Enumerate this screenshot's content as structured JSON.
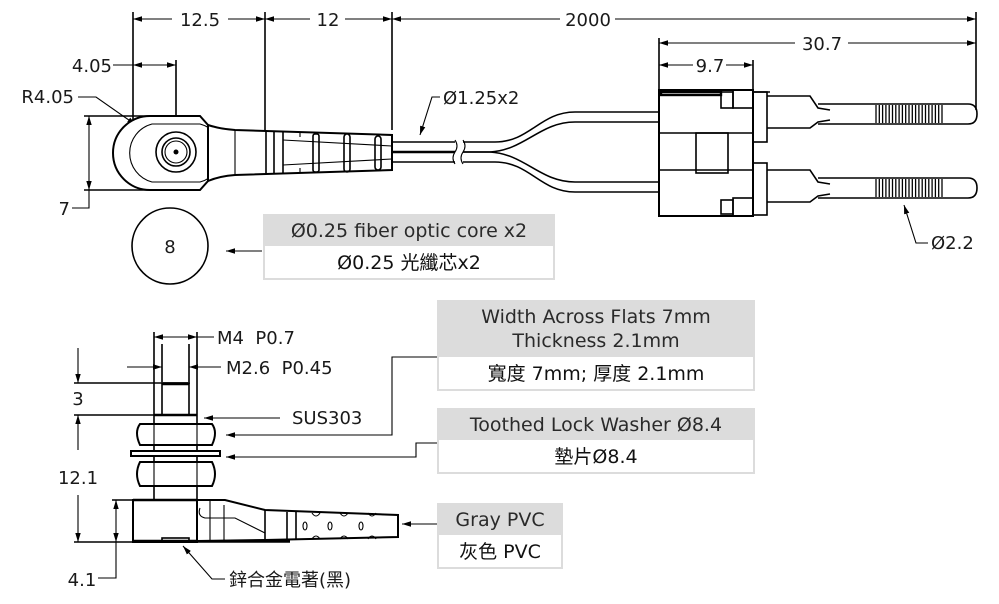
{
  "drawing": {
    "title": "Fiber optic cable dimension drawing",
    "colors": {
      "line": "#000000",
      "text": "#1a1a1a",
      "callout_header": "#dcdcdc"
    },
    "top_view": {
      "dimensions": {
        "head_length": "12.5",
        "boot_length": "12",
        "cable_length": "2000",
        "connector_length": "30.7",
        "housing_length": "9.7",
        "center_offset": "4.05",
        "radius": "R4.05",
        "head_height": "7",
        "cable_diameter": "Ø1.25x2",
        "pin_diameter": "Ø2.2"
      },
      "cross_section_label": "8"
    },
    "side_view": {
      "dimensions": {
        "thread_major": "M4  P0.7",
        "thread_minor": "M2.6  P0.45",
        "tip_height": "3",
        "thread_height": "12.1",
        "base_height": "4.1"
      },
      "material_label": "SUS303",
      "finish_label": "鋅合金電著(黑)"
    },
    "callouts": [
      {
        "id": "core",
        "en": "Ø0.25 fiber optic core x2",
        "zh": "Ø0.25 光纖芯x2"
      },
      {
        "id": "nut",
        "en_line1": "Width Across Flats 7mm",
        "en_line2": "Thickness 2.1mm",
        "zh": "寬度 7mm; 厚度 2.1mm"
      },
      {
        "id": "washer",
        "en": "Toothed Lock Washer Ø8.4",
        "zh": "墊片Ø8.4"
      },
      {
        "id": "jacket",
        "en": "Gray PVC",
        "zh": "灰色 PVC"
      }
    ]
  }
}
